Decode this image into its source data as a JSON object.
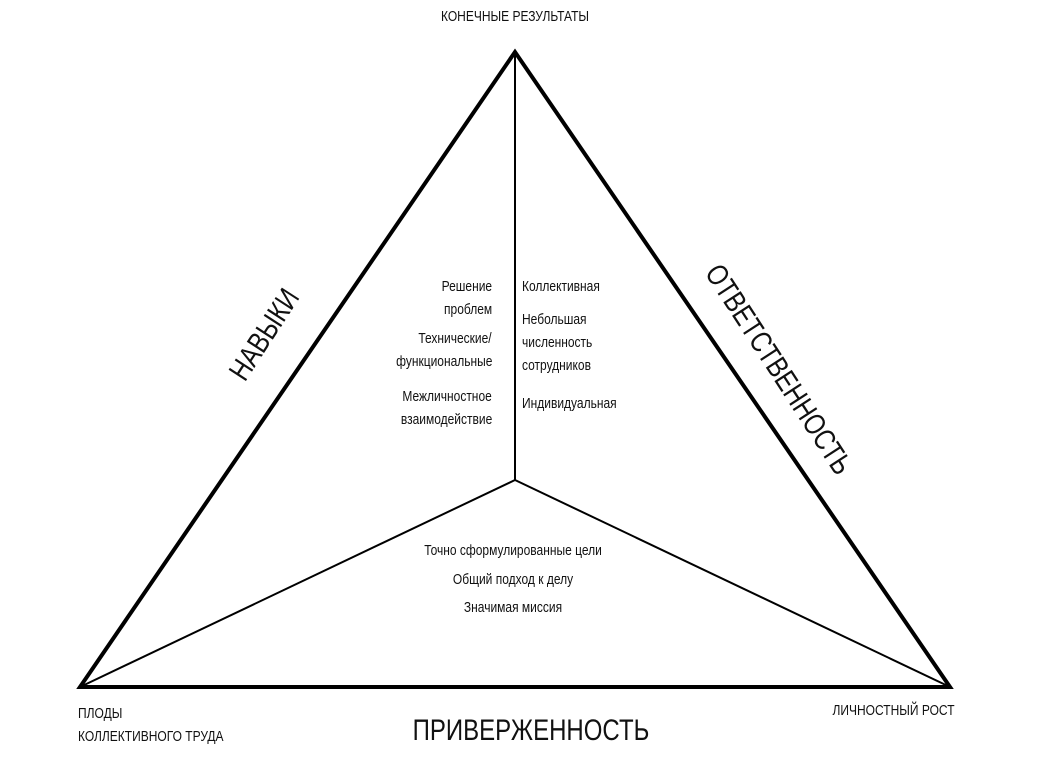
{
  "apex_label": "КОНЕЧНЫЕ РЕЗУЛЬТАТЫ",
  "left_side_label": "НАВЫКИ",
  "right_side_label": "ОТВЕТСТВЕННОСТЬ",
  "bottom_side_label": "ПРИВЕРЖЕННОСТЬ",
  "bottom_left_label": [
    "ПЛОДЫ",
    "КОЛЛЕКТИВНОГО ТРУДА"
  ],
  "bottom_right_label": "ЛИЧНОСТНЫЙ РОСТ",
  "skills_items": [
    "Решение",
    "проблем",
    "Технические/",
    "функциональные",
    "Межличностное",
    "взаимодействие"
  ],
  "responsibility_items": [
    "Коллективная",
    "Небольшая",
    "численность",
    "сотрудников",
    "Индивидуальная"
  ],
  "commitment_items": [
    "Точно сформулированные цели",
    "Общий подход к делу",
    "Значимая миссия"
  ]
}
